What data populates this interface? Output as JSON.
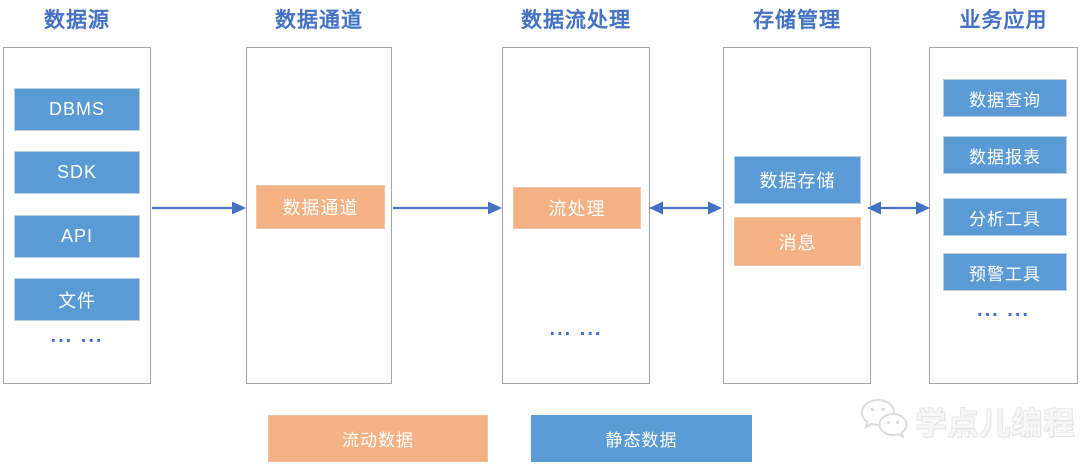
{
  "columns": {
    "c1": {
      "title": "数据源",
      "items": [
        "DBMS",
        "SDK",
        "API",
        "文件"
      ],
      "dots": "... ..."
    },
    "c2": {
      "title": "数据通道",
      "items": [
        "数据通道"
      ]
    },
    "c3": {
      "title": "数据流处理",
      "items": [
        "流处理"
      ],
      "dots": "... ..."
    },
    "c4": {
      "title": "存储管理",
      "items": [
        "数据存储",
        "消息"
      ]
    },
    "c5": {
      "title": "业务应用",
      "items": [
        "数据查询",
        "数据报表",
        "分析工具",
        "预警工具"
      ],
      "dots": "... ..."
    }
  },
  "arrows": [
    {
      "name": "arrow-source-to-channel",
      "direction": "right"
    },
    {
      "name": "arrow-channel-to-stream",
      "direction": "right"
    },
    {
      "name": "arrow-stream-storage",
      "direction": "both"
    },
    {
      "name": "arrow-storage-apps",
      "direction": "both"
    }
  ],
  "legend": {
    "flow": "流动数据",
    "static": "静态数据"
  },
  "watermark": {
    "icon": "wechat-icon",
    "text": "学点儿编程"
  },
  "colors": {
    "node_blue": "#5B9BD5",
    "node_orange": "#F4B183",
    "accent_blue": "#4472C4",
    "panel_border": "#A6A6A6",
    "watermark_gray": "#E9E9E9"
  }
}
